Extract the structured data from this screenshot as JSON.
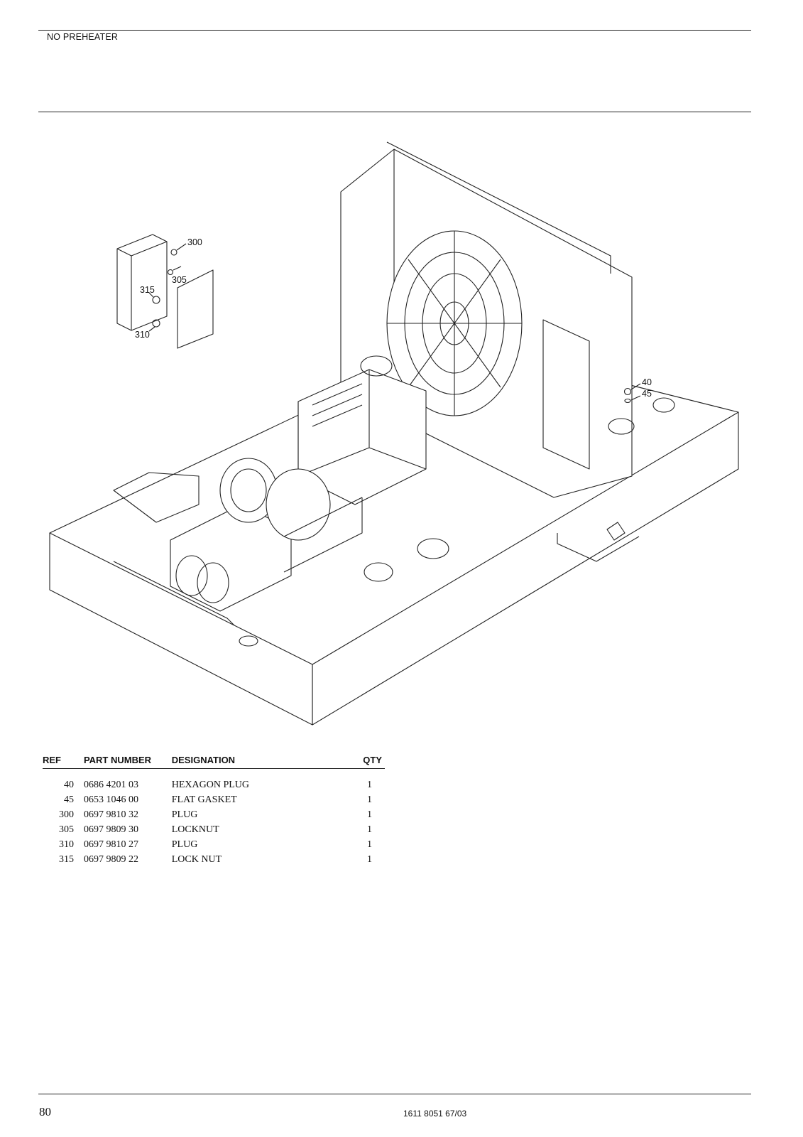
{
  "header": {
    "section_title": "NO PREHEATER"
  },
  "drawing": {
    "callouts": [
      "300",
      "305",
      "315",
      "310",
      "40",
      "45"
    ]
  },
  "parts_table": {
    "columns": [
      "REF",
      "PART NUMBER",
      "DESIGNATION",
      "QTY"
    ],
    "rows": [
      {
        "ref": "40",
        "part_number": "0686 4201 03",
        "designation": "HEXAGON PLUG",
        "qty": "1"
      },
      {
        "ref": "45",
        "part_number": "0653 1046 00",
        "designation": "FLAT GASKET",
        "qty": "1"
      },
      {
        "ref": "300",
        "part_number": "0697 9810 32",
        "designation": "PLUG",
        "qty": "1"
      },
      {
        "ref": "305",
        "part_number": "0697 9809 30",
        "designation": "LOCKNUT",
        "qty": "1"
      },
      {
        "ref": "310",
        "part_number": "0697 9810 27",
        "designation": "PLUG",
        "qty": "1"
      },
      {
        "ref": "315",
        "part_number": "0697 9809 22",
        "designation": "LOCK NUT",
        "qty": "1"
      }
    ]
  },
  "footer": {
    "page_number": "80",
    "doc_number": "1611 8051 67/03"
  }
}
